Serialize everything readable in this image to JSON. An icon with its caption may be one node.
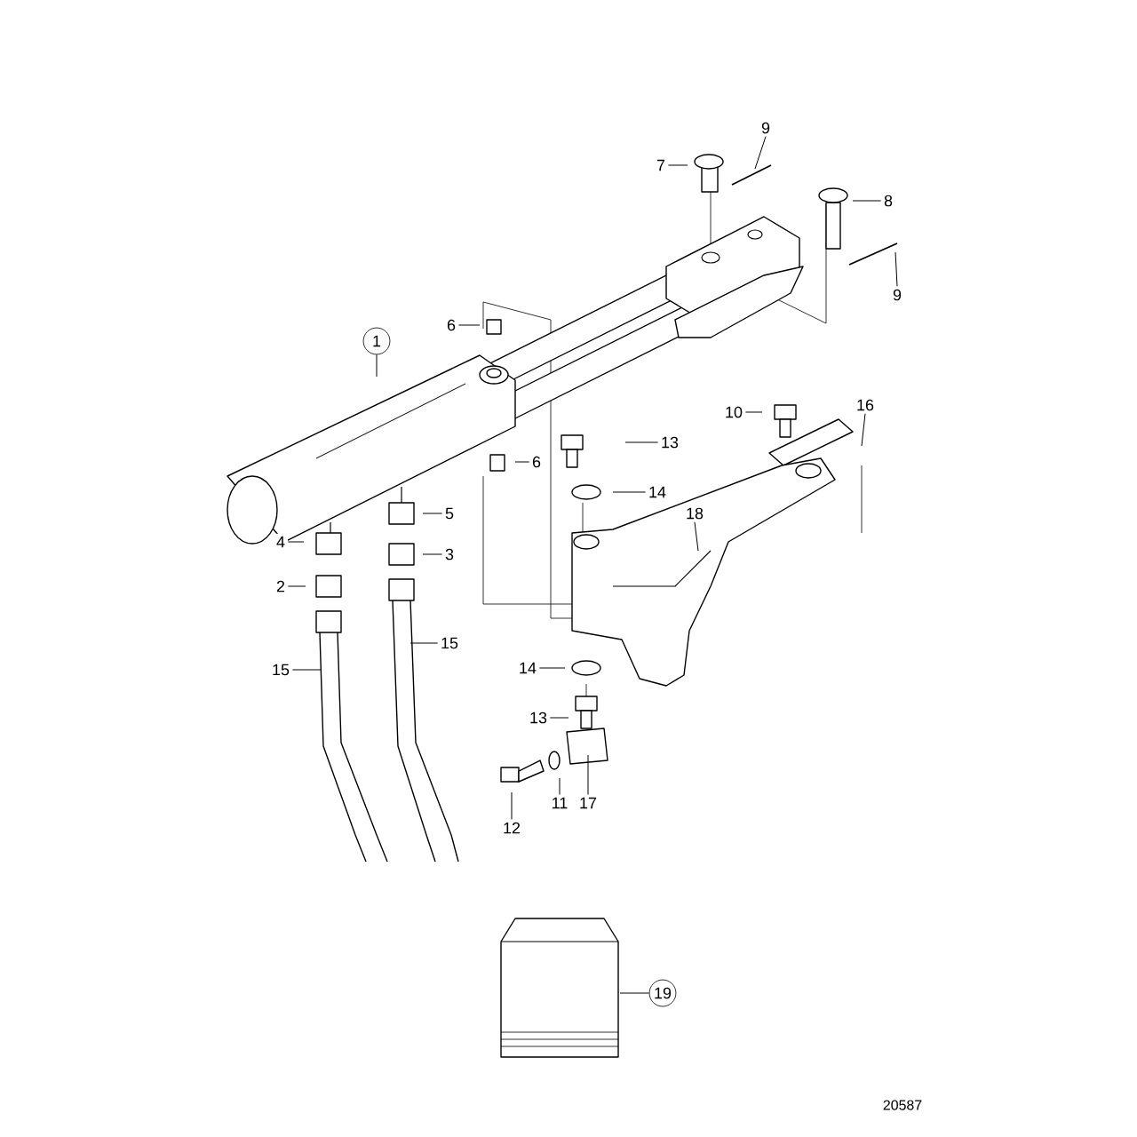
{
  "diagram": {
    "nodes": [
      {
        "text": [
          "1"
        ]
      },
      {
        "text": [
          "2"
        ]
      },
      {
        "text": [
          "3"
        ]
      },
      {
        "text": [
          "4"
        ]
      },
      {
        "text": [
          "5"
        ]
      },
      {
        "text": [
          "6"
        ]
      },
      {
        "text": [
          "6"
        ]
      },
      {
        "text": [
          "7"
        ]
      },
      {
        "text": [
          "8"
        ]
      },
      {
        "text": [
          "9"
        ]
      },
      {
        "text": [
          "9"
        ]
      },
      {
        "text": [
          "10"
        ]
      },
      {
        "text": [
          "11"
        ]
      },
      {
        "text": [
          "12"
        ]
      },
      {
        "text": [
          "13"
        ]
      },
      {
        "text": [
          "13"
        ]
      },
      {
        "text": [
          "14"
        ]
      },
      {
        "text": [
          "14"
        ]
      },
      {
        "text": [
          "15"
        ]
      },
      {
        "text": [
          "15"
        ]
      },
      {
        "text": [
          "16"
        ]
      },
      {
        "text": [
          "17"
        ]
      },
      {
        "text": [
          "18"
        ]
      },
      {
        "text": [
          "19"
        ]
      }
    ],
    "edges": [
      {
        "from": 0,
        "to": null,
        "arrow": "none"
      },
      {
        "from": 1,
        "to": null,
        "arrow": "none"
      },
      {
        "from": 2,
        "to": null,
        "arrow": "none"
      },
      {
        "from": 3,
        "to": null,
        "arrow": "none"
      },
      {
        "from": 4,
        "to": null,
        "arrow": "none"
      },
      {
        "from": 5,
        "to": null,
        "arrow": "none"
      },
      {
        "from": 6,
        "to": null,
        "arrow": "none"
      },
      {
        "from": 7,
        "to": null,
        "arrow": "none"
      },
      {
        "from": 8,
        "to": null,
        "arrow": "none"
      },
      {
        "from": 9,
        "to": null,
        "arrow": "none"
      },
      {
        "from": 10,
        "to": null,
        "arrow": "none"
      },
      {
        "from": 11,
        "to": null,
        "arrow": "none"
      },
      {
        "from": 12,
        "to": null,
        "arrow": "none"
      },
      {
        "from": 13,
        "to": null,
        "arrow": "none"
      },
      {
        "from": 14,
        "to": null,
        "arrow": "none"
      },
      {
        "from": 15,
        "to": null,
        "arrow": "none"
      },
      {
        "from": 16,
        "to": null,
        "arrow": "none"
      },
      {
        "from": 17,
        "to": null,
        "arrow": "none"
      },
      {
        "from": 18,
        "to": null,
        "arrow": "none"
      },
      {
        "from": 19,
        "to": null,
        "arrow": "none"
      },
      {
        "from": 20,
        "to": null,
        "arrow": "none"
      },
      {
        "from": 21,
        "to": null,
        "arrow": "none"
      },
      {
        "from": 22,
        "to": null,
        "arrow": "none"
      },
      {
        "from": 23,
        "to": null,
        "arrow": "none"
      }
    ],
    "labels": [
      "20587"
    ]
  }
}
